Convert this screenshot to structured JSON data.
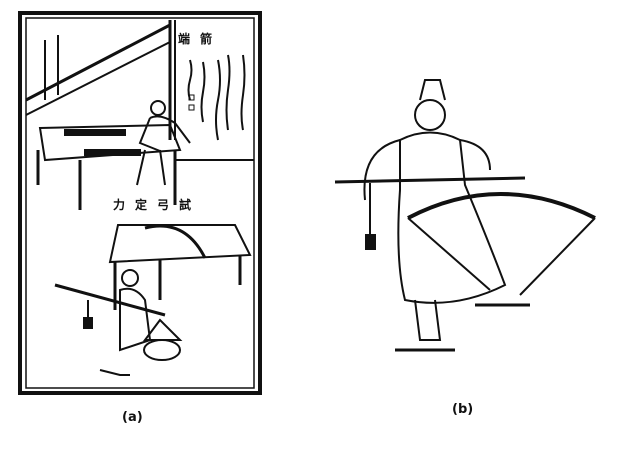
{
  "figure_a": {
    "label": "(a)",
    "top_inscription": "端箭",
    "caption_inscription": "力定弓試"
  },
  "figure_b": {
    "label": "(b)"
  }
}
